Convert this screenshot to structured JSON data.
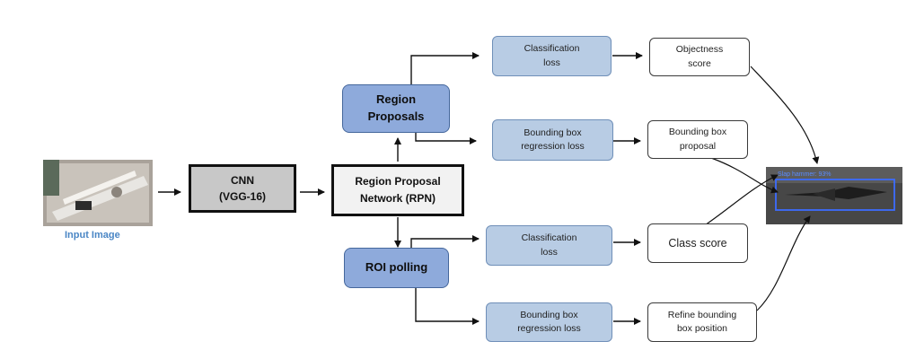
{
  "input": {
    "caption": "Input Image"
  },
  "cnn": {
    "label": "CNN\n(VGG-16)"
  },
  "rpn": {
    "label": "Region Proposal\nNetwork (RPN)"
  },
  "region_proposals": {
    "label": "Region\nProposals"
  },
  "roi_polling": {
    "label": "ROI polling"
  },
  "rpn_branch": {
    "classification_loss": "Classification\nloss",
    "bbox_regression_loss": "Bounding box\nregression loss",
    "objectness_score": "Objectness\nscore",
    "bbox_proposal": "Bounding box\nproposal"
  },
  "roi_branch": {
    "classification_loss": "Classification\nloss",
    "bbox_regression_loss": "Bounding box\nregression loss",
    "class_score": "Class score",
    "refine_bbox": "Refine bounding\nbox position"
  },
  "output": {
    "detection_label": "Slap hammer: 93%"
  },
  "colors": {
    "loss_fill": "#b8cce4",
    "stage_fill": "#8eaadb",
    "caption": "#4a86c5"
  }
}
